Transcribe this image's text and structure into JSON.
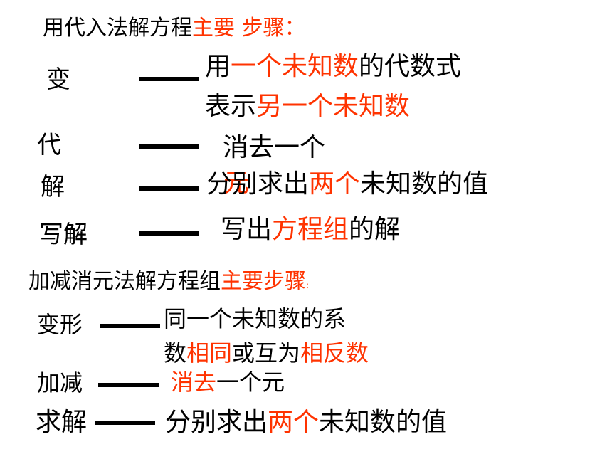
{
  "section1": {
    "heading": {
      "a": "用代入法解方程",
      "b": "主要 步骤",
      "c": "："
    },
    "steps": [
      {
        "label": "变",
        "line1": {
          "a": "用",
          "b": "一个未知数",
          "c": "的代数式"
        },
        "line2": {
          "a": "表示",
          "b": "另一个未知数"
        }
      },
      {
        "label": "代",
        "text": "消去一个"
      },
      {
        "label": "解",
        "text": {
          "a": "分别求出",
          "b": "两个",
          "c": "未知数的值"
        },
        "overlap": "元"
      },
      {
        "label": "写解",
        "text": {
          "a": "写出",
          "b": "方程组",
          "c": "的解"
        }
      }
    ]
  },
  "section2": {
    "heading": {
      "a": "加减消元法解方程组",
      "b": "主要步骤",
      "c": ":"
    },
    "steps": [
      {
        "label": "变形",
        "line1": "同一个未知数的系",
        "line2": {
          "a": "数",
          "b": "相同",
          "c": "或互为",
          "d": "相反数"
        }
      },
      {
        "label": "加减",
        "text": {
          "a": "消去",
          "b": "一个元"
        }
      },
      {
        "label": "求解",
        "text": {
          "a": "分别求出",
          "b": "两个",
          "c": "未知数的值"
        }
      }
    ]
  }
}
